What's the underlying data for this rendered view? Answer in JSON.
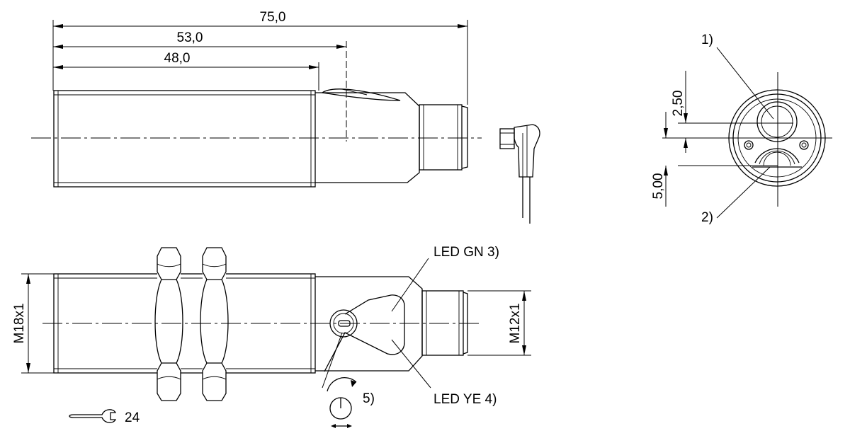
{
  "dimensions": {
    "overall_length": "75,0",
    "length_53": "53,0",
    "length_48": "48,0",
    "offset_top": "2,50",
    "offset_bottom": "5,00",
    "thread_main": "M18x1",
    "thread_connector": "M12x1"
  },
  "callouts": {
    "ref_1": "1)",
    "ref_2": "2)",
    "led_green": "LED GN 3)",
    "led_yellow": "LED YE 4)",
    "ref_5": "5)",
    "wrench_size": "24"
  }
}
